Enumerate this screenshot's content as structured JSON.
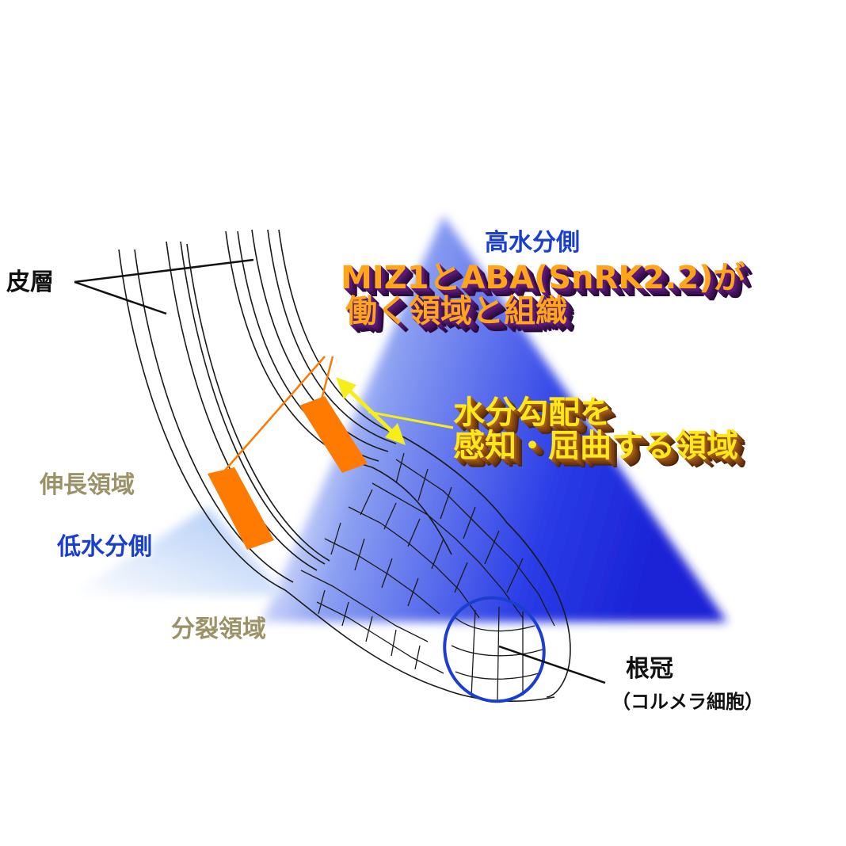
{
  "labels": {
    "epidermis": "皮層",
    "high_water_side": "高水分側",
    "low_water_side": "低水分側",
    "elongation_zone": "伸長領域",
    "division_zone": "分裂領域",
    "root_cap": "根冠",
    "columella_cells": "（コルメラ細胞）"
  },
  "callouts": {
    "miz1_line1": "MIZ1とABA(SnRK2.2)が",
    "miz1_line2": "働く領域と組織",
    "sensing_line1": "水分勾配を",
    "sensing_line2": "感知・屈曲する領域"
  },
  "colors": {
    "gradient_blue": "#2233e0",
    "orange_band": "#ff7a00",
    "yellow_arrow": "#f5ee1a",
    "columella_outline": "#1a3fd0"
  }
}
